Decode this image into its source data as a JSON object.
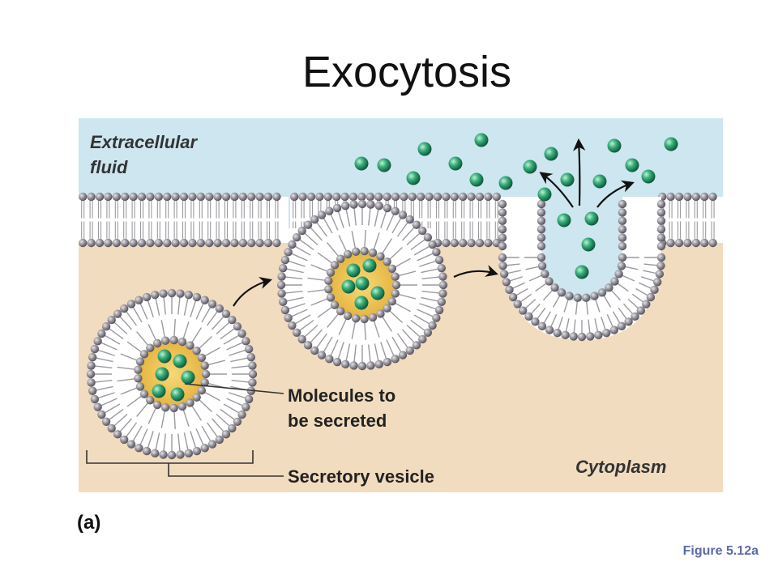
{
  "title": "Exocytosis",
  "labels": {
    "extracellular_line1": "Extracellular",
    "extracellular_line2": "fluid",
    "molecules_line1": "Molecules to",
    "molecules_line2": "be secreted",
    "secretory_vesicle": "Secretory vesicle",
    "cytoplasm": "Cytoplasm"
  },
  "panel_letter": "(a)",
  "figure_ref": "Figure 5.12a",
  "colors": {
    "extracellular": "#cde6f0",
    "cytoplasm": "#f2dcbf",
    "head": "#8a8790",
    "tail": "#a19fa3",
    "vesicle_lumen": "#f0c860",
    "molecule": "#2e9e6e",
    "arrow": "#111111"
  }
}
